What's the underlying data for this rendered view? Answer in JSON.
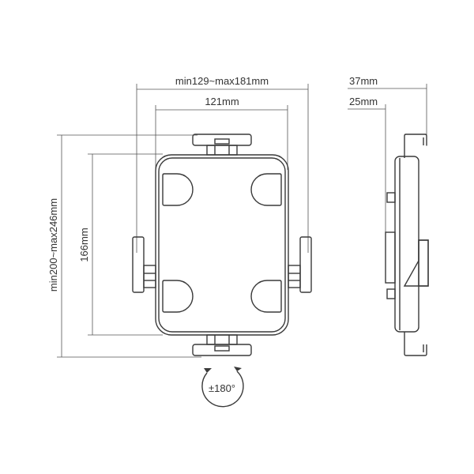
{
  "diagram": {
    "dimensions": {
      "outer_width": "min129~max181mm",
      "inner_width": "121mm",
      "outer_height": "min200~max246mm",
      "inner_height": "166mm",
      "depth_total": "37mm",
      "depth_body": "25mm"
    },
    "rotation_label": "±180°"
  }
}
